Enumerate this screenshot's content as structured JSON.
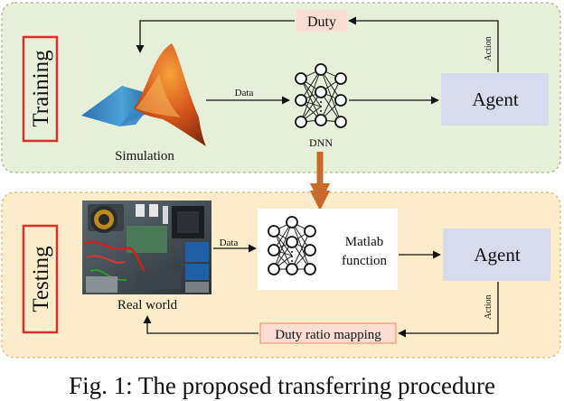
{
  "training": {
    "section_label": "Training",
    "duty_label": "Duty",
    "data_label": "Data",
    "simulation_label": "Simulation",
    "dnn_label": "DNN",
    "agent_label": "Agent",
    "action_label": "Action"
  },
  "testing": {
    "section_label": "Testing",
    "data_label": "Data",
    "real_world_label": "Real world",
    "matlab_label_line1": "Matlab",
    "matlab_label_line2": "function",
    "agent_label": "Agent",
    "action_label": "Action",
    "duty_mapping_label": "Duty ratio mapping"
  },
  "caption": "Fig. 1: The proposed transferring procedure",
  "colors": {
    "training_panel_fill": "#e6f0d9",
    "testing_panel_fill": "#fcecc9",
    "section_label_border": "#d9302c",
    "agent_box_fill": "#d6dcec",
    "duty_box_fill": "#f8ddd0",
    "duty_mapping_border": "#f2a68a",
    "transfer_arrow": "#c96a2c"
  },
  "icons": [
    "matlab-membrane-logo",
    "neural-network-icon",
    "real-world-hardware-photo"
  ]
}
